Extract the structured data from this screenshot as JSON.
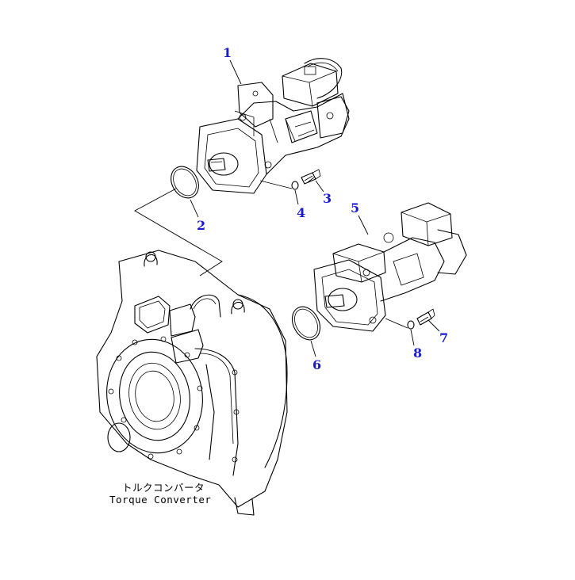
{
  "colors": {
    "callout": "#1a1ad0",
    "line": "#000000",
    "background": "#ffffff"
  },
  "callouts": [
    {
      "number": "1"
    },
    {
      "number": "2"
    },
    {
      "number": "3"
    },
    {
      "number": "4"
    },
    {
      "number": "5"
    },
    {
      "number": "6"
    },
    {
      "number": "7"
    },
    {
      "number": "8"
    }
  ],
  "caption": {
    "japanese": "トルクコンバータ",
    "english": "Torque Converter"
  }
}
